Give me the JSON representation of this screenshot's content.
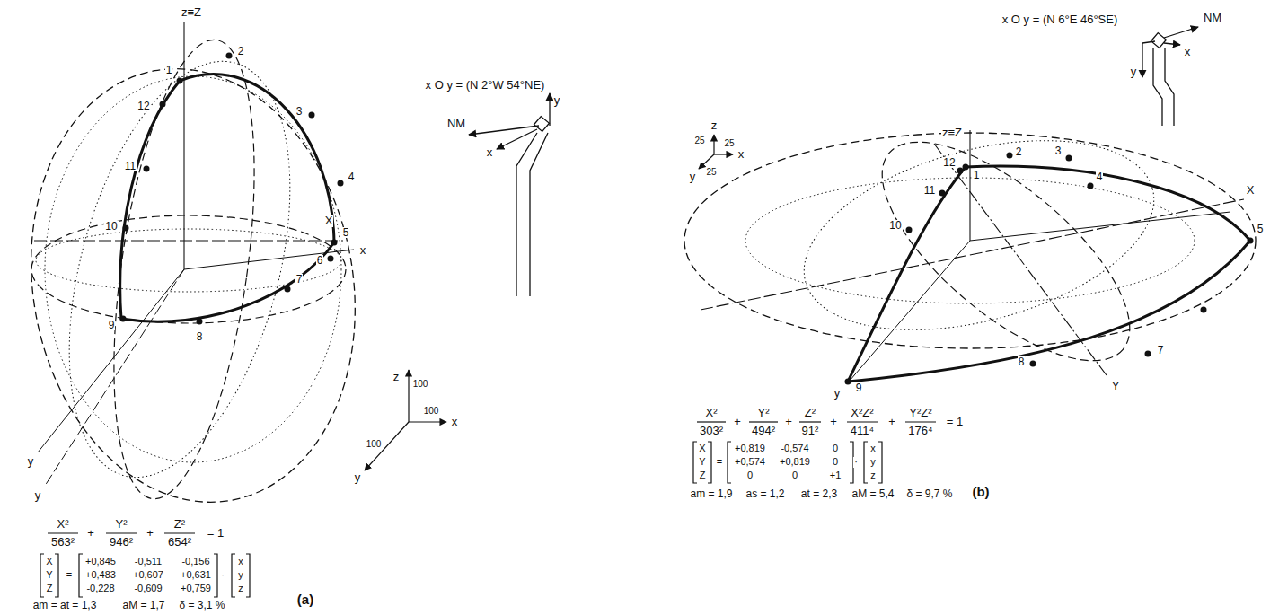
{
  "diagram": {
    "labels": [
      "z≡Z",
      "1",
      "2",
      "3",
      "4",
      "5",
      "6",
      "7",
      "8",
      "9",
      "10",
      "11",
      "12",
      "X",
      "x",
      "y",
      "y",
      "z",
      "100",
      "x",
      "100",
      "y",
      "100",
      "x O y = (N 2°W 54°NE)",
      "NM",
      "x",
      "y",
      "X²",
      "563²",
      "+",
      "Y²",
      "946²",
      "+",
      "Z²",
      "654²",
      "= 1",
      "X",
      "Y",
      "Z",
      "=",
      "+0,845",
      "-0,511",
      "-0,156",
      "+0,483",
      "+0,607",
      "+0,631",
      "-0,228",
      "-0,609",
      "+0,759",
      "·",
      "x",
      "y",
      "z",
      "am = at = 1,3",
      "aM = 1,7",
      "δ = 3,1 %",
      "(a)",
      "x O y = (N 6°E 46°SE)",
      "NM",
      "x",
      "y",
      "z",
      "25",
      "25",
      "x",
      "y",
      "25",
      "z≡Z",
      "1",
      "2",
      "3",
      "4",
      "5",
      "7",
      "8",
      "9",
      "10",
      "11",
      "12",
      "X",
      "Y",
      "y",
      "X²",
      "303²",
      "+",
      "Y²",
      "494²",
      "+",
      "Z²",
      "91²",
      "+",
      "X²Z²",
      "411⁴",
      "+",
      "Y²Z²",
      "176⁴",
      "= 1",
      "X",
      "Y",
      "Z",
      "=",
      "+0,819",
      "-0,574",
      "0",
      "+0,574",
      "+0,819",
      "0",
      "0",
      "0",
      "+1",
      "·",
      "x",
      "y",
      "z",
      "am = 1,9",
      "as = 1,2",
      "at = 2,3",
      "aM = 5,4",
      "δ = 9,7 %",
      "(b)"
    ]
  }
}
